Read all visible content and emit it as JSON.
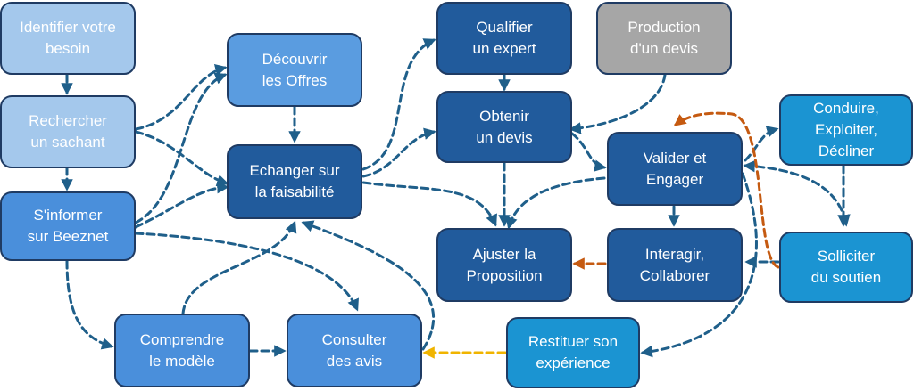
{
  "nodes": {
    "identifier": "Identifier votre\nbesoin",
    "rechercher": "Rechercher\nun sachant",
    "informer": "S'informer\nsur Beeznet",
    "decouvrir": "Découvrir\nles Offres",
    "echanger": "Echanger sur\nla faisabilité",
    "comprendre": "Comprendre\nle modèle",
    "consulter": "Consulter\ndes avis",
    "qualifier": "Qualifier\nun expert",
    "production": "Production\nd'un devis",
    "obtenir": "Obtenir\nun devis",
    "ajuster": "Ajuster la\nProposition",
    "valider": "Valider et\nEngager",
    "interagir": "Interagir,\nCollaborer",
    "conduire": "Conduire,\nExploiter,\nDécliner",
    "solliciter": "Solliciter\ndu soutien",
    "restituer": "Restituer son\nexpérience"
  },
  "colors": {
    "arrow": "#1f5f8a",
    "arrow_orange": "#c55a11",
    "arrow_gold": "#f0b400",
    "light": "#a4c8ec",
    "mid": "#4a8fdb",
    "dark": "#215b9c",
    "grey": "#a6a6a6",
    "cyan": "#1b94d2"
  }
}
